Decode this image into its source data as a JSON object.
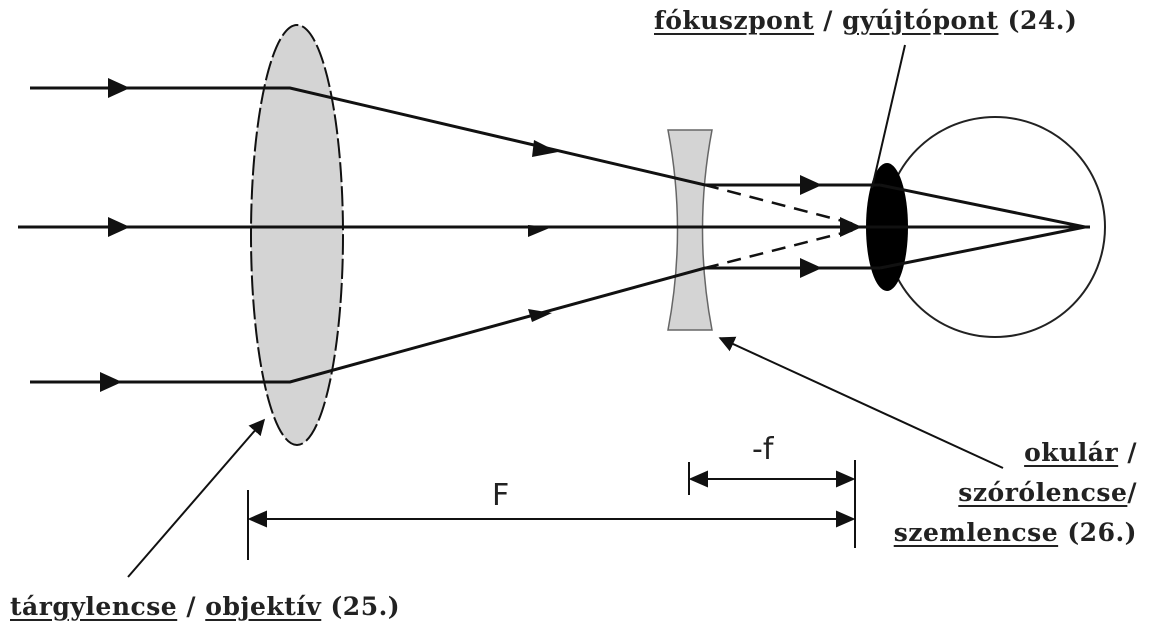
{
  "labels": {
    "focus": {
      "term1": "fókuszpont",
      "sep": " / ",
      "term2": "gyújtópont",
      "num": " (24.)"
    },
    "objective": {
      "term1": "tárgylencse",
      "sep": " / ",
      "term2": "objektív",
      "num": " (25.)"
    },
    "eyepiece": {
      "line1_term": "okulár",
      "line1_sep": " /",
      "line2_term": "szórólencse",
      "line2_sep": "/",
      "line3_term": "szemlencse",
      "line3_num": " (26.)"
    }
  },
  "dimensions": {
    "big": "F",
    "small": "-f"
  },
  "colors": {
    "lens": "#d4d4d4",
    "ink": "#111111",
    "pupil": "#000000"
  }
}
